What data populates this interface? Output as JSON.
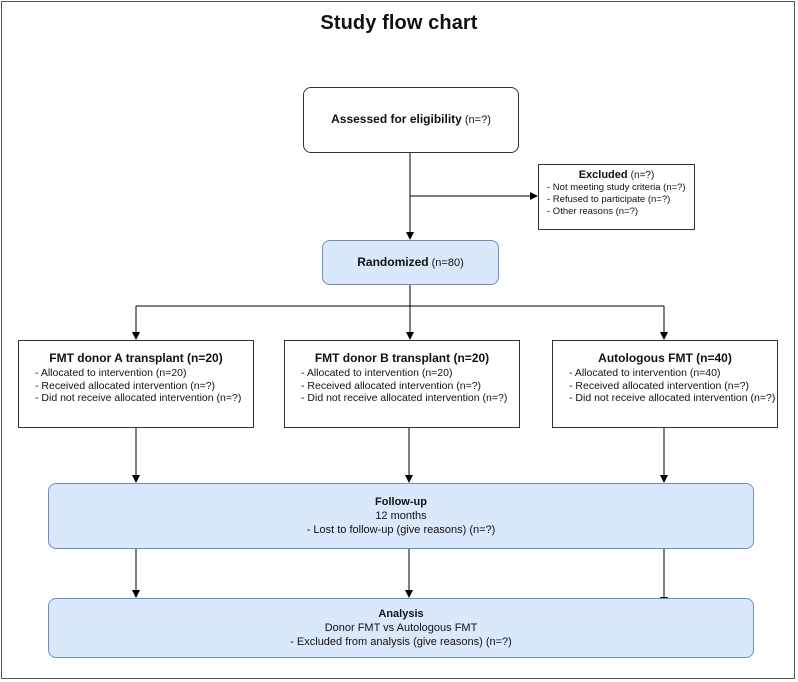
{
  "title": "Study flow chart",
  "eligibility": {
    "label": "Assessed for eligibility",
    "count": "(n=?)"
  },
  "excluded": {
    "label": "Excluded",
    "count": "(n=?)",
    "reasons": [
      "- Not meeting study criteria (n=?)",
      "- Refused to participate (n=?)",
      "- Other reasons (n=?)"
    ]
  },
  "randomized": {
    "label": "Randomized",
    "count": "(n=80)"
  },
  "arms": [
    {
      "label": "FMT donor A transplant",
      "count": "(n=20)",
      "items": [
        "- Allocated to intervention (n=20)",
        "- Received allocated intervention (n=?)",
        "- Did not receive allocated intervention (n=?)"
      ]
    },
    {
      "label": "FMT donor B transplant",
      "count": "(n=20)",
      "items": [
        "- Allocated to intervention (n=20)",
        "- Received allocated intervention (n=?)",
        "- Did not receive allocated intervention (n=?)"
      ]
    },
    {
      "label": "Autologous FMT",
      "count": "(n=40)",
      "items": [
        "- Allocated to intervention (n=40)",
        "- Received allocated intervention (n=?)",
        "- Did not receive allocated intervention (n=?)"
      ]
    }
  ],
  "followup": {
    "label": "Follow-up",
    "duration": "12 months",
    "note": "- Lost to follow-up (give reasons) (n=?)"
  },
  "analysis": {
    "label": "Analysis",
    "comparison": "Donor FMT vs Autologous FMT",
    "note": "- Excluded from analysis (give reasons) (n=?)"
  },
  "colors": {
    "fill_blue": "#dae8fc",
    "stroke_blue": "#6c8ebf",
    "line": "#000000"
  }
}
